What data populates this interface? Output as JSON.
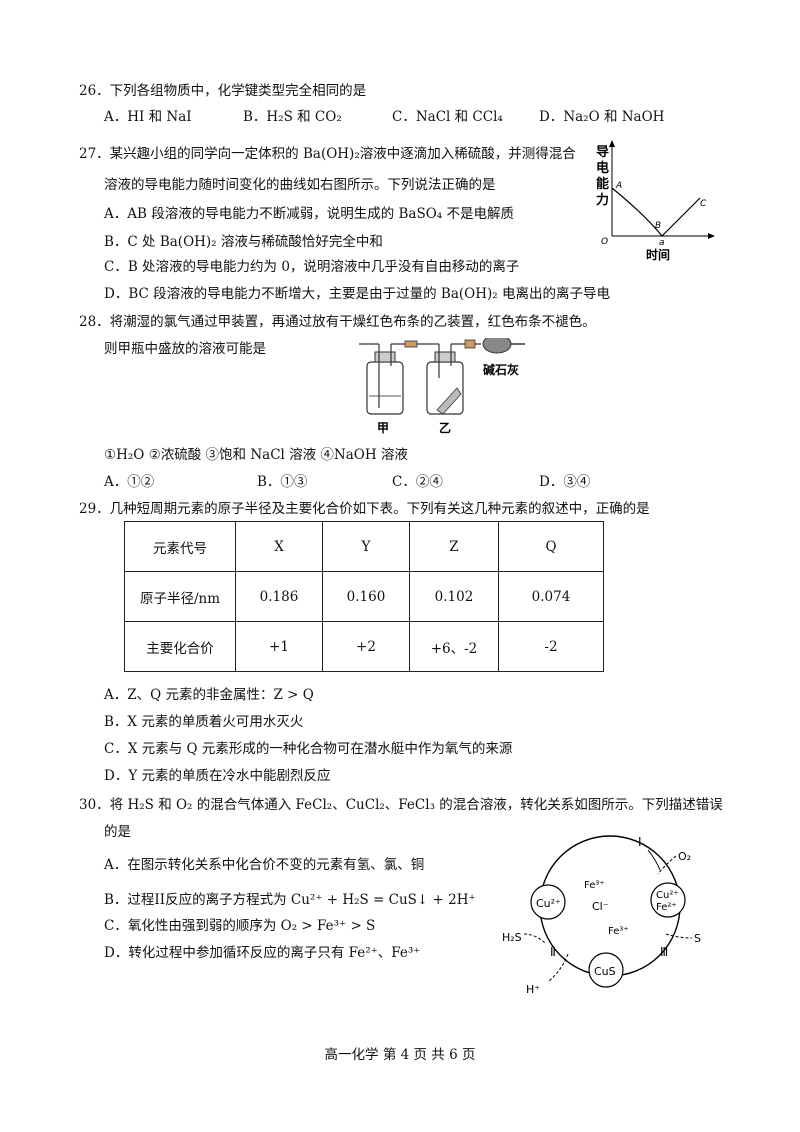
{
  "q26": {
    "stem": "26．下列各组物质中，化学键类型完全相同的是",
    "options": [
      "A．HI 和 NaI",
      "B．H₂S 和 CO₂",
      "C．NaCl 和 CCl₄",
      "D．Na₂O 和 NaOH"
    ]
  },
  "q27": {
    "stem1": "27．某兴趣小组的同学向一定体积的 Ba(OH)₂溶液中逐滴加入稀硫酸，并测得混合",
    "stem2": "溶液的导电能力随时间变化的曲线如右图所示。下列说法正确的是",
    "options": [
      "A．AB 段溶液的导电能力不断减弱，说明生成的 BaSO₄ 不是电解质",
      "B．C 处 Ba(OH)₂ 溶液与稀硫酸恰好完全中和",
      "C．B 处溶液的导电能力约为 0，说明溶液中几乎没有自由移动的离子",
      "D．BC 段溶液的导电能力不断增大，主要是由于过量的 Ba(OH)₂ 电离出的离子导电"
    ],
    "graph": {
      "ylabel": [
        "导",
        "电",
        "能",
        "力"
      ],
      "xlabel": "时间",
      "origin": "O",
      "pointA": "A",
      "pointB": "B",
      "pointC": "C",
      "tick": "a"
    }
  },
  "q28": {
    "stem1": "28．将潮湿的氯气通过甲装置，再通过放有干燥红色布条的乙装置，红色布条不褪色。",
    "stem2": "则甲瓶中盛放的溶液可能是",
    "choices": "①H₂O  ②浓硫酸  ③饱和 NaCl 溶液  ④NaOH 溶液",
    "options": [
      "A．①②",
      "B．①③",
      "C．②④",
      "D．③④"
    ],
    "apparatus": {
      "jia": "甲",
      "yi": "乙",
      "lime": "碱石灰"
    }
  },
  "q29": {
    "stem": "29．几种短周期元素的原子半径及主要化合价如下表。下列有关这几种元素的叙述中，正确的是",
    "table": {
      "rows": [
        [
          "元素代号",
          "X",
          "Y",
          "Z",
          "Q"
        ],
        [
          "原子半径/nm",
          "0.186",
          "0.160",
          "0.102",
          "0.074"
        ],
        [
          "主要化合价",
          "+1",
          "+2",
          "+6、-2",
          "-2"
        ]
      ]
    },
    "options": [
      "A．Z、Q 元素的非金属性：Z > Q",
      "B．X 元素的单质着火可用水灭火",
      "C．X 元素与 Q 元素形成的一种化合物可在潜水艇中作为氧气的来源",
      "D．Y 元素的单质在冷水中能剧烈反应"
    ]
  },
  "q30": {
    "stem1": "30．将 H₂S 和 O₂ 的混合气体通入 FeCl₂、CuCl₂、FeCl₃ 的混合溶液，转化关系如图所示。下列描述错误",
    "stem2": "的是",
    "options": [
      "A．在图示转化关系中化合价不变的元素有氢、氯、铜",
      "B．过程II反应的离子方程式为 Cu²⁺ + H₂S = CuS↓ + 2H⁺",
      "C．氧化性由强到弱的顺序为 O₂ > Fe³⁺ > S",
      "D．转化过程中参加循环反应的离子只有 Fe²⁺、Fe³⁺"
    ],
    "diagram": {
      "cu": "Cu²⁺",
      "fe3_top": "Fe³⁺",
      "cl": "Cl⁻",
      "cu2": "Cu²⁺",
      "fe2": "Fe²⁺",
      "fe3_mid": "Fe³⁺",
      "cus": "CuS",
      "h2s": "H₂S",
      "hplus": "H⁺",
      "o2": "O₂",
      "s": "S",
      "r1": "I",
      "r2": "Ⅱ",
      "r3": "Ⅲ"
    }
  },
  "footer": "高一化学  第 4 页 共 6 页"
}
